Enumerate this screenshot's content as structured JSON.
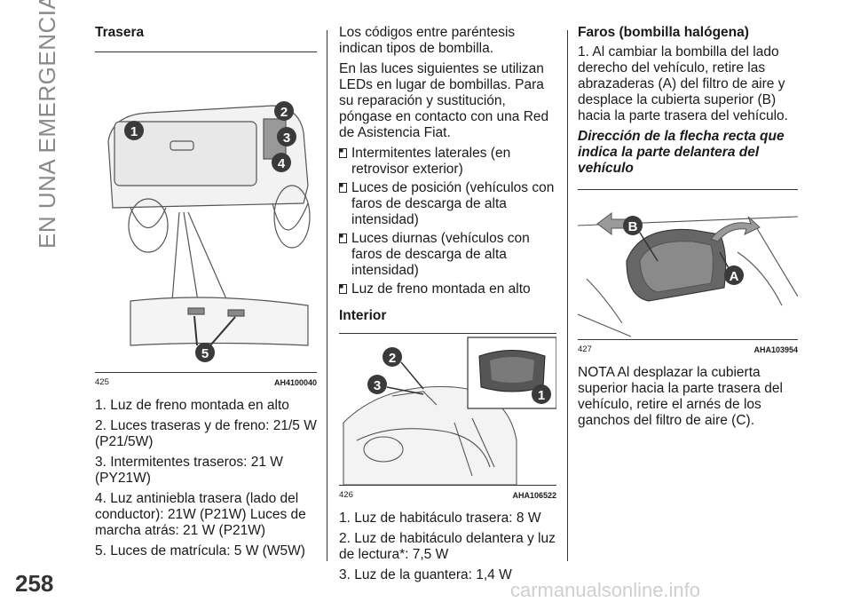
{
  "side_title": "EN UNA EMERGENCIA",
  "page_number": "258",
  "watermark": "carmanualsonline.info",
  "col1": {
    "heading": "Trasera",
    "figure": {
      "number": "425",
      "code": "AH4100040"
    },
    "items": [
      "1. Luz de freno montada en alto",
      "2. Luces traseras y de freno: 21/5 W (P21/5W)",
      "3. Intermitentes traseros: 21 W (PY21W)",
      "4. Luz antiniebla trasera (lado del conductor): 21W (P21W) Luces de marcha atrás: 21 W (P21W)",
      "5. Luces de matrícula: 5 W (W5W)"
    ]
  },
  "col2": {
    "intro": "Los códigos entre paréntesis indican tipos de bombilla.",
    "leds_text": "En las luces siguientes se utilizan LEDs en lugar de bombillas. Para su reparación y sustitución, póngase en contacto con una Red de Asistencia Fiat.",
    "bullets": [
      "Intermitentes laterales (en retrovisor exterior)",
      "Luces de posición (vehículos con faros de descarga de alta intensidad)",
      "Luces diurnas (vehículos con faros de descarga de alta intensidad)",
      "Luz de freno montada en alto"
    ],
    "heading": "Interior",
    "figure": {
      "number": "426",
      "code": "AHA106522"
    },
    "items": [
      "1. Luz de habitáculo trasera: 8 W",
      "2. Luz de habitáculo delantera y luz de lectura*: 7,5 W",
      "3. Luz de la guantera: 1,4 W"
    ]
  },
  "col3": {
    "heading": "Faros (bombilla halógena)",
    "step1": "1. Al cambiar la bombilla del lado derecho del vehículo, retire las abrazaderas (A) del filtro de aire y desplace la cubierta superior (B) hacia la parte trasera del vehículo.",
    "italic_note": "Dirección de la flecha recta que indica la parte delantera del vehículo",
    "figure": {
      "number": "427",
      "code": "AHA103954"
    },
    "nota": "NOTA Al desplazar la cubierta superior hacia la parte trasera del vehículo, retire el arnés de los ganchos del filtro de aire (C)."
  },
  "callouts": {
    "fig425": [
      "1",
      "2",
      "3",
      "4",
      "5"
    ],
    "fig426": [
      "1",
      "2",
      "3"
    ],
    "fig427": [
      "B",
      "A"
    ]
  }
}
